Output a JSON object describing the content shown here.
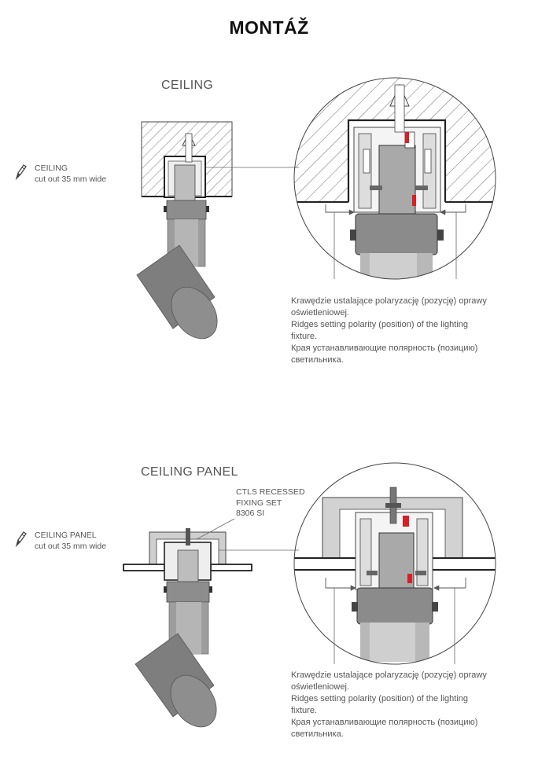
{
  "title": "MONTÁŽ",
  "sections": [
    {
      "heading": "CEILING",
      "side_label": "CEILING",
      "side_sub": "cut out 35 mm wide",
      "note": [
        "Krawędzie ustalające polaryzację (pozycję) oprawy",
        "oświetleniowej.",
        "Ridges setting polarity (position) of the lighting",
        "fixture.",
        "Края устанавливающие полярность (позицию)",
        "светильника."
      ]
    },
    {
      "heading": "CEILING PANEL",
      "side_label": "CEILING PANEL",
      "side_sub": "cut out 35 mm wide",
      "callout": [
        "CTLS RECESSED",
        "FIXING SET",
        "8306 SI"
      ],
      "note": [
        "Krawędzie ustalające polaryzację (pozycję) oprawy",
        "oświetleniowej.",
        "Ridges setting polarity (position) of the lighting",
        "fixture.",
        "Края устанавливающие полярность (позицию)",
        "светильника."
      ]
    }
  ]
}
